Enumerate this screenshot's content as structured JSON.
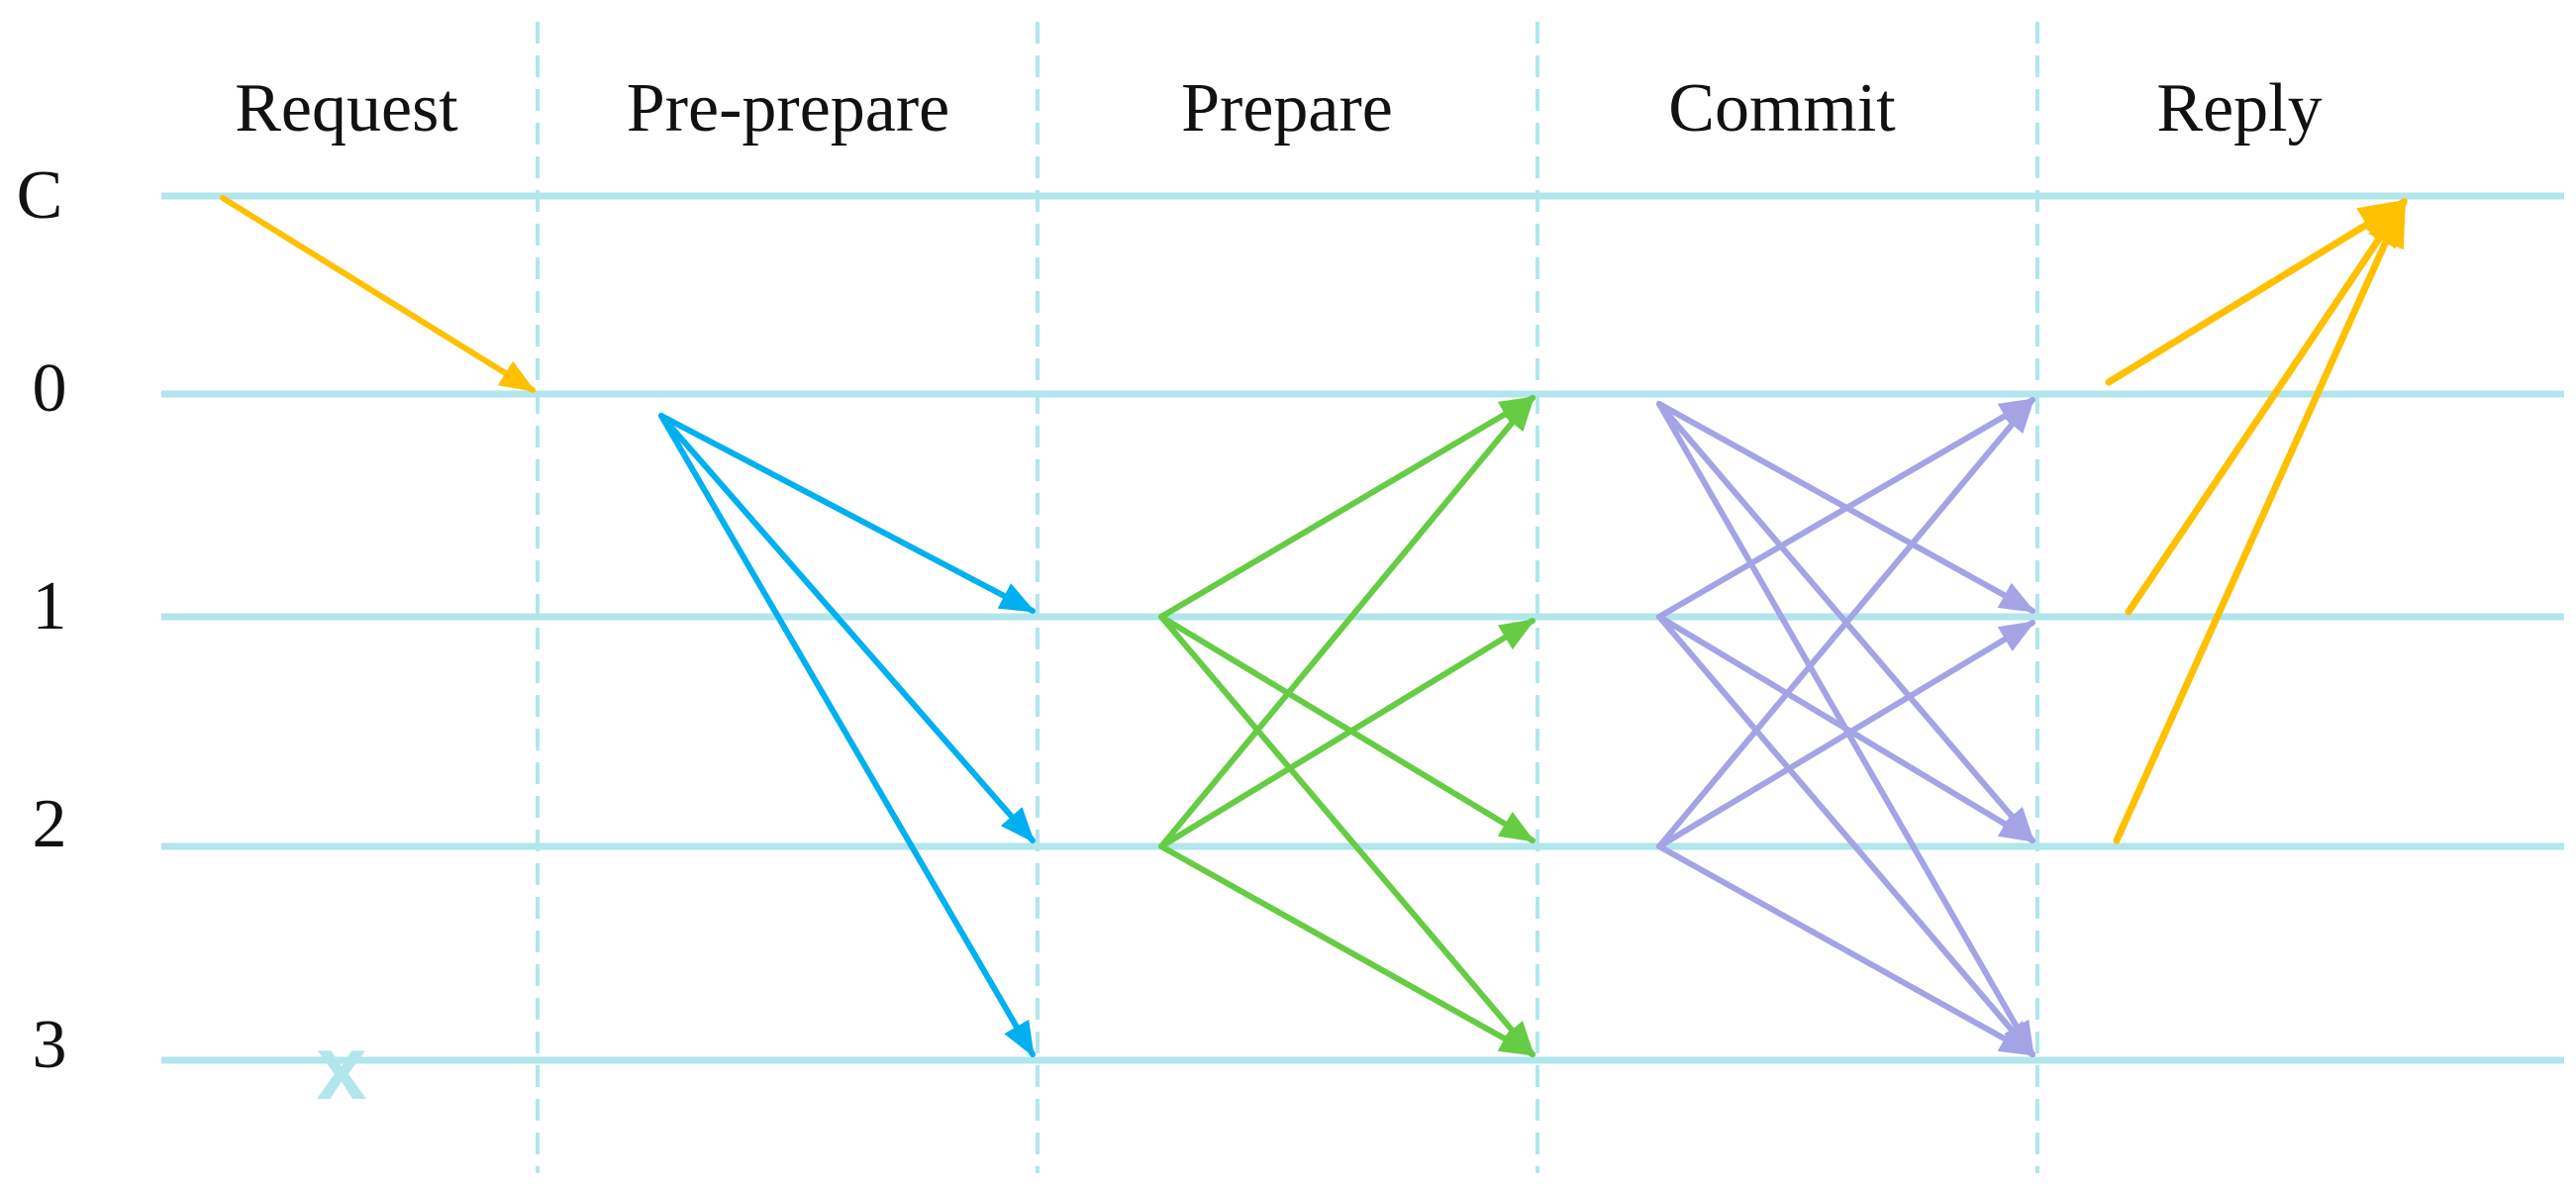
{
  "diagram": {
    "phases": [
      "Request",
      "Pre-prepare",
      "Prepare",
      "Commit",
      "Reply"
    ],
    "nodes": [
      "C",
      "0",
      "1",
      "2",
      "3"
    ],
    "failed_node": "3",
    "failure_mark": "x",
    "colors": {
      "grid": "#b0e6ec",
      "request": "#ffc000",
      "pre_prepare": "#00b0f0",
      "prepare": "#66cc44",
      "commit": "#a3a3e6",
      "reply": "#ffc000",
      "failure": "#b0e6ec",
      "text": "#111111"
    },
    "messages": [
      {
        "phase": "Request",
        "from": "C",
        "to": "0"
      },
      {
        "phase": "Pre-prepare",
        "from": "0",
        "to": "1"
      },
      {
        "phase": "Pre-prepare",
        "from": "0",
        "to": "2"
      },
      {
        "phase": "Pre-prepare",
        "from": "0",
        "to": "3"
      },
      {
        "phase": "Prepare",
        "from": "1",
        "to": "0"
      },
      {
        "phase": "Prepare",
        "from": "1",
        "to": "2"
      },
      {
        "phase": "Prepare",
        "from": "1",
        "to": "3"
      },
      {
        "phase": "Prepare",
        "from": "2",
        "to": "0"
      },
      {
        "phase": "Prepare",
        "from": "2",
        "to": "1"
      },
      {
        "phase": "Prepare",
        "from": "2",
        "to": "3"
      },
      {
        "phase": "Commit",
        "from": "0",
        "to": "1"
      },
      {
        "phase": "Commit",
        "from": "0",
        "to": "2"
      },
      {
        "phase": "Commit",
        "from": "0",
        "to": "3"
      },
      {
        "phase": "Commit",
        "from": "1",
        "to": "0"
      },
      {
        "phase": "Commit",
        "from": "1",
        "to": "2"
      },
      {
        "phase": "Commit",
        "from": "1",
        "to": "3"
      },
      {
        "phase": "Commit",
        "from": "2",
        "to": "0"
      },
      {
        "phase": "Commit",
        "from": "2",
        "to": "1"
      },
      {
        "phase": "Commit",
        "from": "2",
        "to": "3"
      },
      {
        "phase": "Reply",
        "from": "0",
        "to": "C"
      },
      {
        "phase": "Reply",
        "from": "1",
        "to": "C"
      },
      {
        "phase": "Reply",
        "from": "2",
        "to": "C"
      }
    ]
  }
}
